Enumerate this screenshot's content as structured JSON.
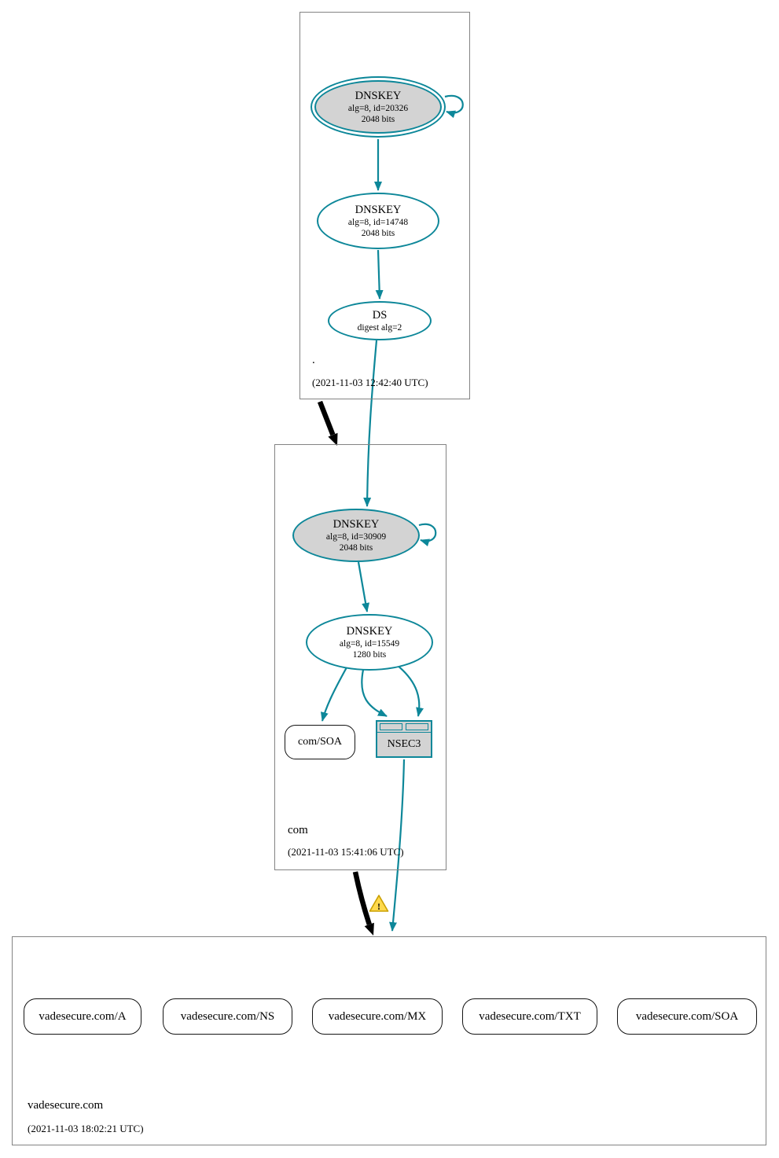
{
  "diagram": {
    "title": "DNSSEC authentication chain",
    "colors": {
      "secure": "#0d8799",
      "node_fill": "#d3d3d3",
      "warning_fill": "#ffd94d",
      "warning_stroke": "#caa002"
    },
    "zones": [
      {
        "name": ".",
        "timestamp": "(2021-11-03 12:42:40 UTC)",
        "ksk": {
          "title": "DNSKEY",
          "params": "alg=8, id=20326",
          "bits": "2048 bits"
        },
        "zsk": {
          "title": "DNSKEY",
          "params": "alg=8, id=14748",
          "bits": "2048 bits"
        },
        "ds": {
          "title": "DS",
          "params": "digest alg=2"
        }
      },
      {
        "name": "com",
        "timestamp": "(2021-11-03 15:41:06 UTC)",
        "ksk": {
          "title": "DNSKEY",
          "params": "alg=8, id=30909",
          "bits": "2048 bits"
        },
        "zsk": {
          "title": "DNSKEY",
          "params": "alg=8, id=15549",
          "bits": "1280 bits"
        },
        "soa": {
          "label": "com/SOA"
        },
        "nsec3": {
          "label": "NSEC3"
        }
      },
      {
        "name": "vadesecure.com",
        "timestamp": "(2021-11-03 18:02:21 UTC)",
        "rrsets": [
          "vadesecure.com/A",
          "vadesecure.com/NS",
          "vadesecure.com/MX",
          "vadesecure.com/TXT",
          "vadesecure.com/SOA"
        ]
      }
    ],
    "icons": {
      "warning_glyph": "!"
    },
    "edges": [
      "root-ksk self-sign",
      "root-ksk -> root-zsk",
      "root-zsk -> root-ds",
      "root-ds -> com-ksk",
      "root -> com delegation",
      "com-ksk self-sign",
      "com-ksk -> com-zsk",
      "com-zsk -> com-soa",
      "com-zsk -> nsec3 (x2)",
      "nsec3 -> vadesecure.com",
      "com -> vadesecure.com delegation (warning)"
    ]
  }
}
